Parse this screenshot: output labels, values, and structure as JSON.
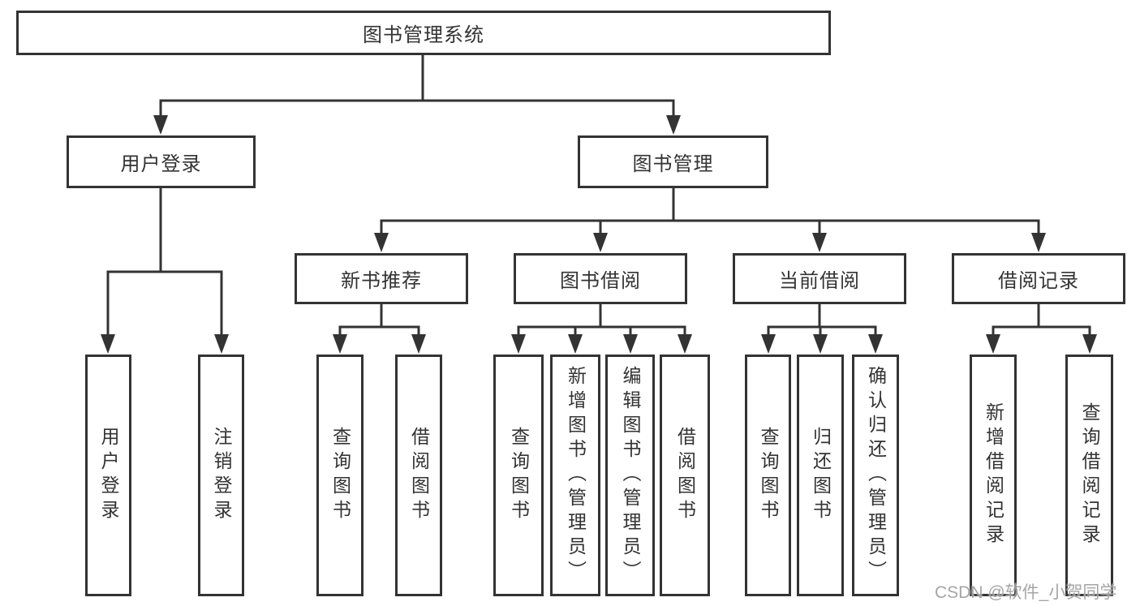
{
  "tree": {
    "label": "图书管理系统",
    "children": [
      {
        "label": "用户登录",
        "children": [
          {
            "label": "用户登录"
          },
          {
            "label": "注销登录"
          }
        ]
      },
      {
        "label": "图书管理",
        "children": [
          {
            "label": "新书推荐",
            "children": [
              {
                "label": "查询图书"
              },
              {
                "label": "借阅图书"
              }
            ]
          },
          {
            "label": "图书借阅",
            "children": [
              {
                "label": "查询图书"
              },
              {
                "label": "新增图书（管理员）"
              },
              {
                "label": "编辑图书（管理员）"
              },
              {
                "label": "借阅图书"
              }
            ]
          },
          {
            "label": "当前借阅",
            "children": [
              {
                "label": "查询图书"
              },
              {
                "label": "归还图书"
              },
              {
                "label": "确认归还（管理员）"
              }
            ]
          },
          {
            "label": "借阅记录",
            "children": [
              {
                "label": "新增借阅记录"
              },
              {
                "label": "查询借阅记录"
              }
            ]
          }
        ]
      }
    ]
  },
  "watermark": {
    "text": "CSDN @软件_小贺同学",
    "color": "#9c9c9c"
  },
  "colors": {
    "line": "#333333",
    "text": "#333333",
    "background": "#ffffff"
  }
}
